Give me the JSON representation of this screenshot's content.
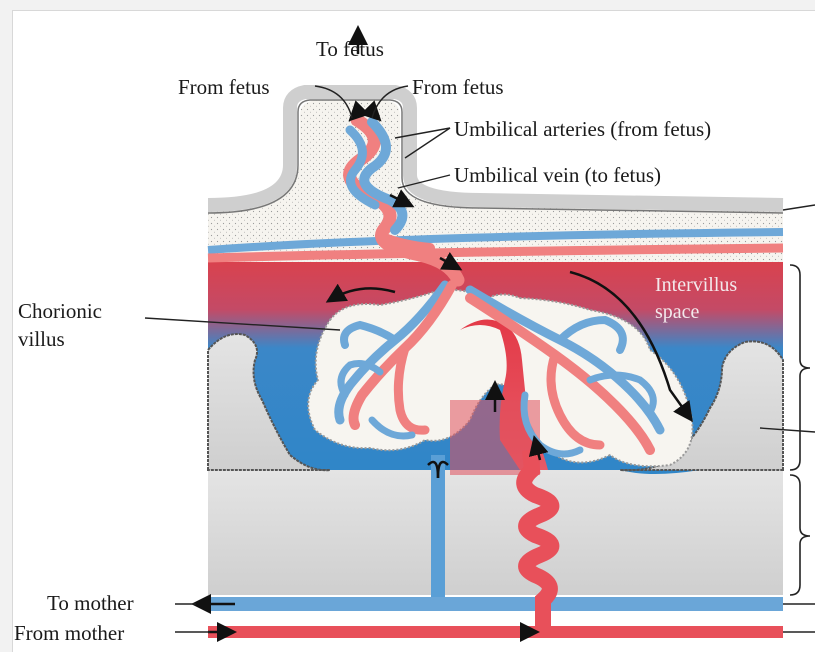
{
  "labels": {
    "to_fetus": "To fetus",
    "from_fetus_left": "From fetus",
    "from_fetus_right": "From fetus",
    "umbilical_arteries": "Umbilical arteries (from fetus)",
    "umbilical_vein": "Umbilical vein (to fetus)",
    "intervillus_line1": "Intervillus",
    "intervillus_line2": "space",
    "chorionic_line1": "Chorionic",
    "chorionic_line2": "villus",
    "to_mother": "To mother",
    "from_mother": "From mother"
  },
  "colors": {
    "artery_red": "#f08080",
    "vein_blue": "#6ea8d8",
    "maternal_red": "#e8505a",
    "maternal_blue": "#2f86c8",
    "tissue_gray": "#d9d9d9",
    "stipple": "#f5f3ee"
  }
}
